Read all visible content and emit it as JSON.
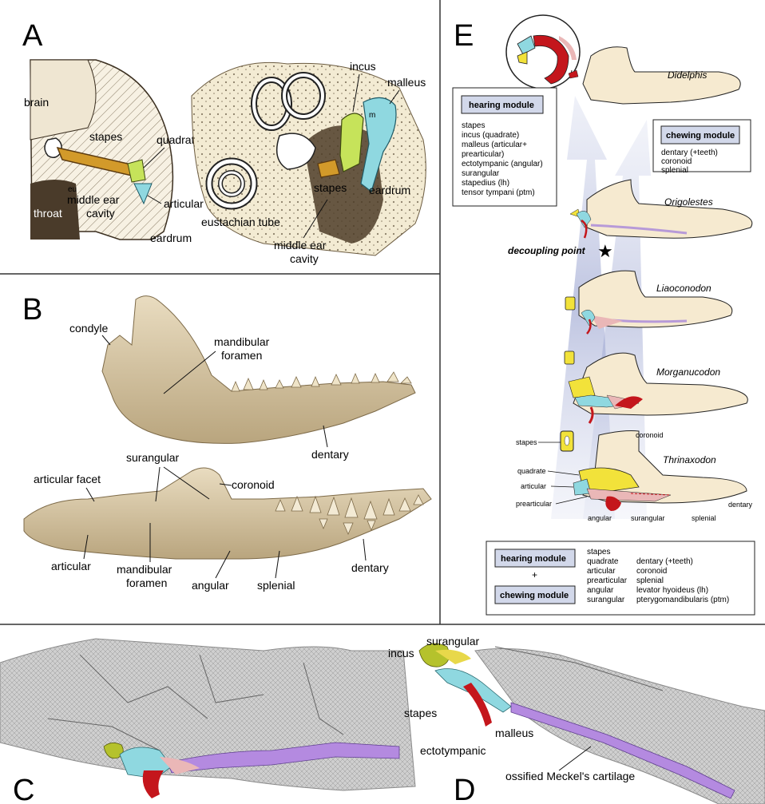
{
  "panels": {
    "A": {
      "letter": "A",
      "left_labels": {
        "brain": "brain",
        "stapes": "stapes",
        "quadrate": "quadrate",
        "eu": "eu",
        "middle_ear_cavity": "middle ear\ncavity",
        "articular": "articular",
        "throat": "throat",
        "eardrum": "eardrum"
      },
      "right_labels": {
        "incus": "incus",
        "malleus": "malleus",
        "m": "m",
        "stapes": "stapes",
        "eardrum": "eardrum",
        "eustachian_tube": "eustachian tube",
        "middle_ear_cavity": "middle ear\ncavity"
      }
    },
    "B": {
      "letter": "B",
      "labels": {
        "condyle": "condyle",
        "mandibular_foramen_top": "mandibular\nforamen",
        "dentary_top": "dentary",
        "surangular": "surangular",
        "articular_facet": "articular facet",
        "coronoid": "coronoid",
        "articular": "articular",
        "mandibular_foramen_bottom": "mandibular\nforamen",
        "angular": "angular",
        "splenial": "splenial",
        "dentary_bottom": "dentary"
      }
    },
    "C": {
      "letter": "C"
    },
    "D": {
      "letter": "D",
      "labels": {
        "incus": "incus",
        "surangular": "surangular",
        "stapes": "stapes",
        "malleus": "malleus",
        "ectotympanic": "ectotympanic",
        "meckel": "ossified Meckel's cartilage"
      }
    },
    "E": {
      "letter": "E",
      "taxa": [
        "Didelphis",
        "Origolestes",
        "Liaoconodon",
        "Morganucodon",
        "Thrinaxodon"
      ],
      "decoupling": "decoupling point",
      "hearing_box": {
        "title": "hearing module",
        "items": [
          "stapes",
          "incus (quadrate)",
          "malleus (articular+",
          "prearticular)",
          "ectotympanic (angular)",
          "surangular",
          "stapedius (lh)",
          "tensor tympani (ptm)"
        ]
      },
      "chewing_box": {
        "title": "chewing module",
        "items": [
          "dentary (+teeth)",
          "coronoid",
          "splenial"
        ]
      },
      "thrinaxodon_labels": {
        "stapes": "stapes",
        "coronoid": "coronoid",
        "quadrate": "quadrate",
        "articular": "articular",
        "prearticular": "prearticular",
        "angular": "angular",
        "surangular": "surangular",
        "splenial": "splenial",
        "dentary": "dentary"
      },
      "legend": {
        "hearing": "hearing module",
        "plus": "+",
        "chewing": "chewing module",
        "col1": [
          "stapes",
          "quadrate",
          "articular",
          "prearticular",
          "angular",
          "surangular"
        ],
        "col2": [
          "",
          "dentary (+teeth)",
          "coronoid",
          "splenial",
          "levator hyoideus (lh)",
          "pterygomandibularis (ptm)"
        ]
      }
    }
  },
  "colors": {
    "bone": "#f6ead0",
    "yellow": "#f2e23a",
    "cyan": "#8fd8e0",
    "red": "#c4161c",
    "purple": "#b79ad8",
    "pink": "#eab7b7",
    "orange": "#d29a2a",
    "lime": "#c6e35a",
    "module_fill": "#d2d8ea"
  }
}
